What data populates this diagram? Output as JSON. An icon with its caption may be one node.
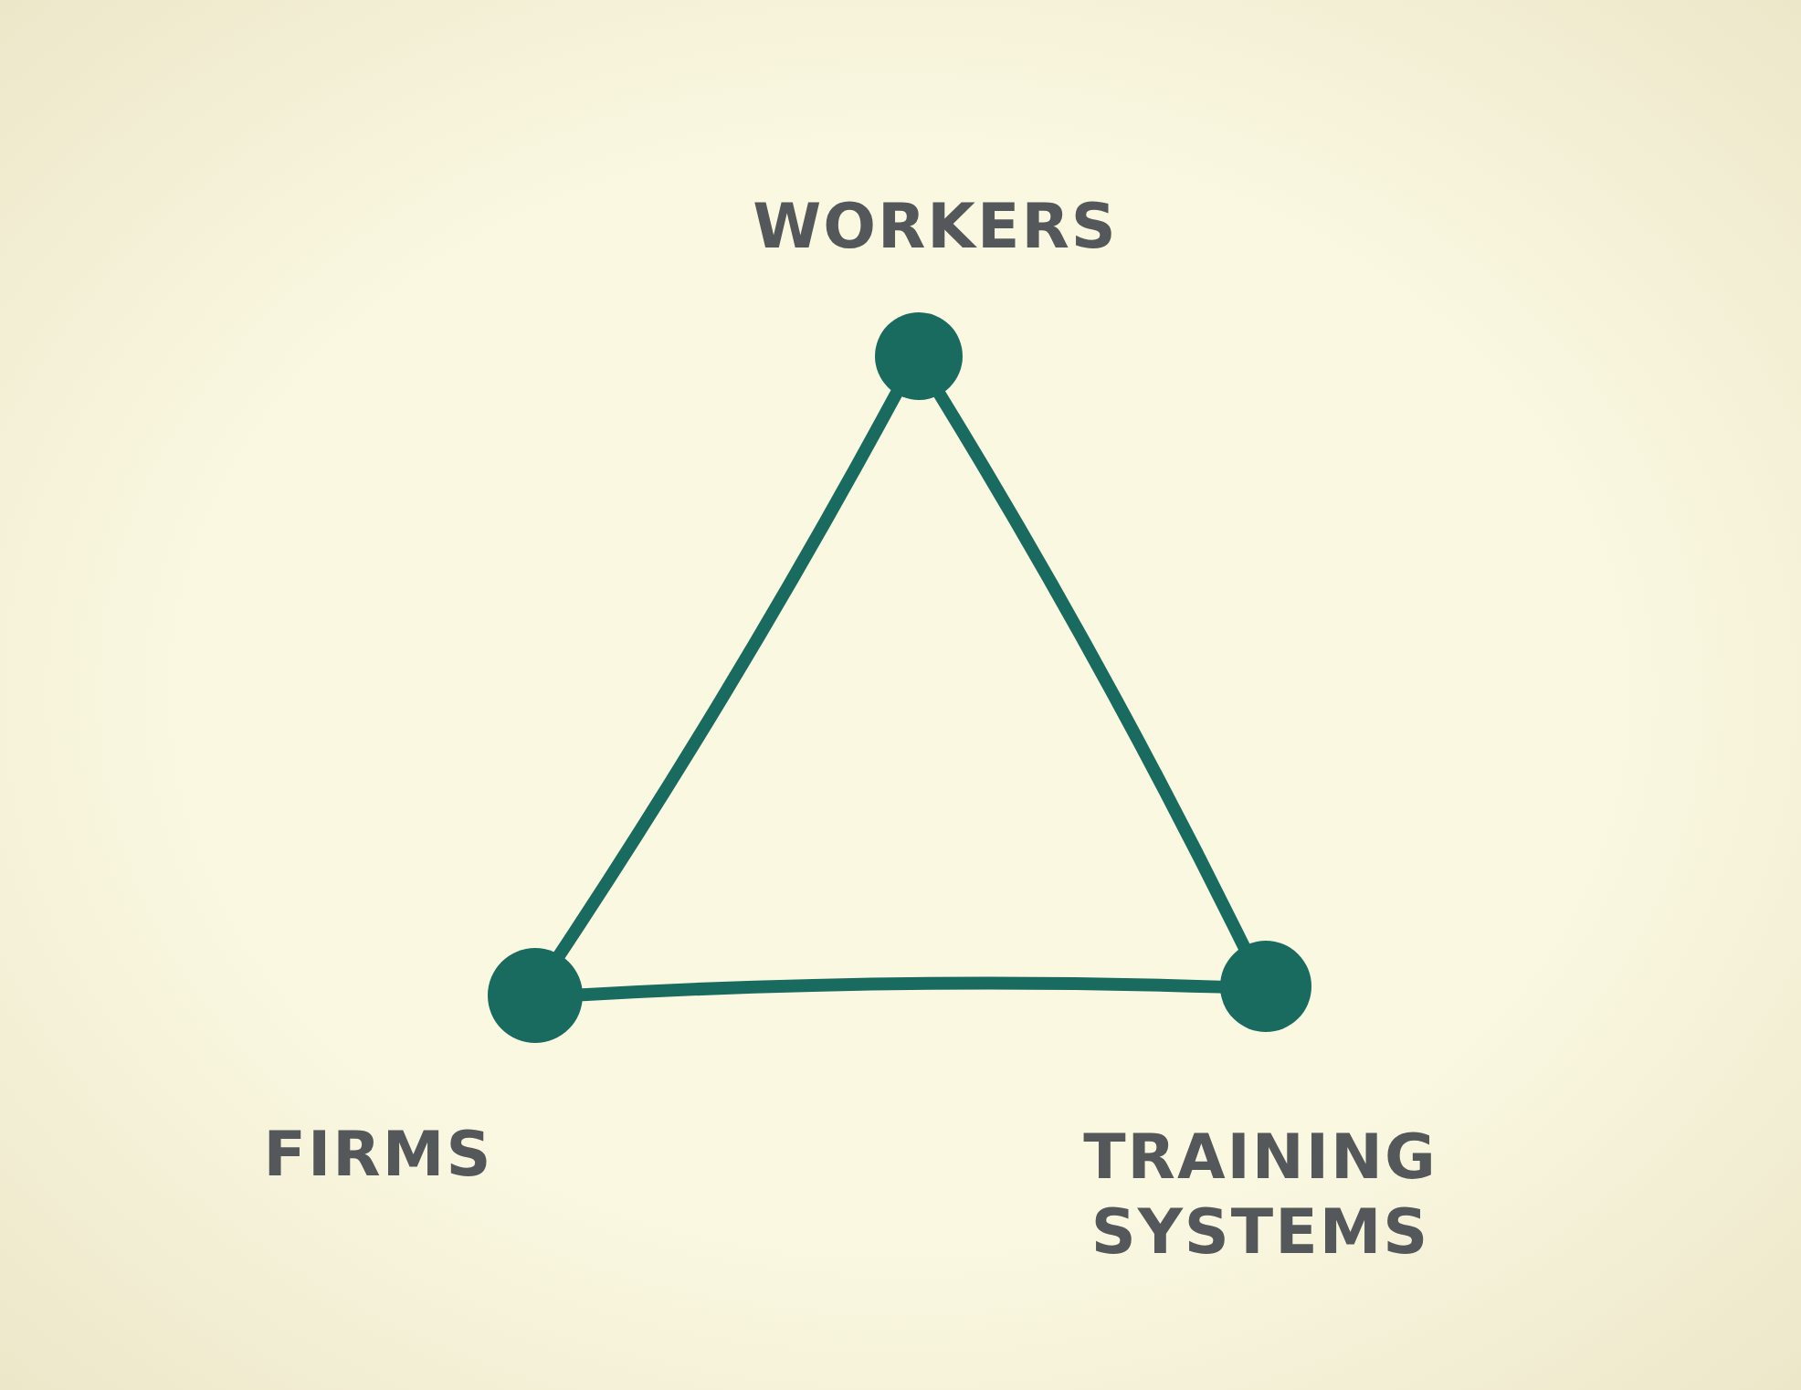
{
  "diagram": {
    "nodes": [
      {
        "text": [],
        "shape": "circle",
        "beside": [
          "WORKERS"
        ]
      },
      {
        "text": [],
        "shape": "circle",
        "beside": [
          "FIRMS"
        ]
      },
      {
        "text": [],
        "shape": "circle",
        "beside": [
          "TRAINING SYSTEMS"
        ]
      }
    ],
    "edges": [
      {
        "from": 0,
        "to": 1,
        "arrow": "none"
      },
      {
        "from": 0,
        "to": 2,
        "arrow": "none"
      },
      {
        "from": 1,
        "to": 2,
        "arrow": "none"
      }
    ]
  }
}
